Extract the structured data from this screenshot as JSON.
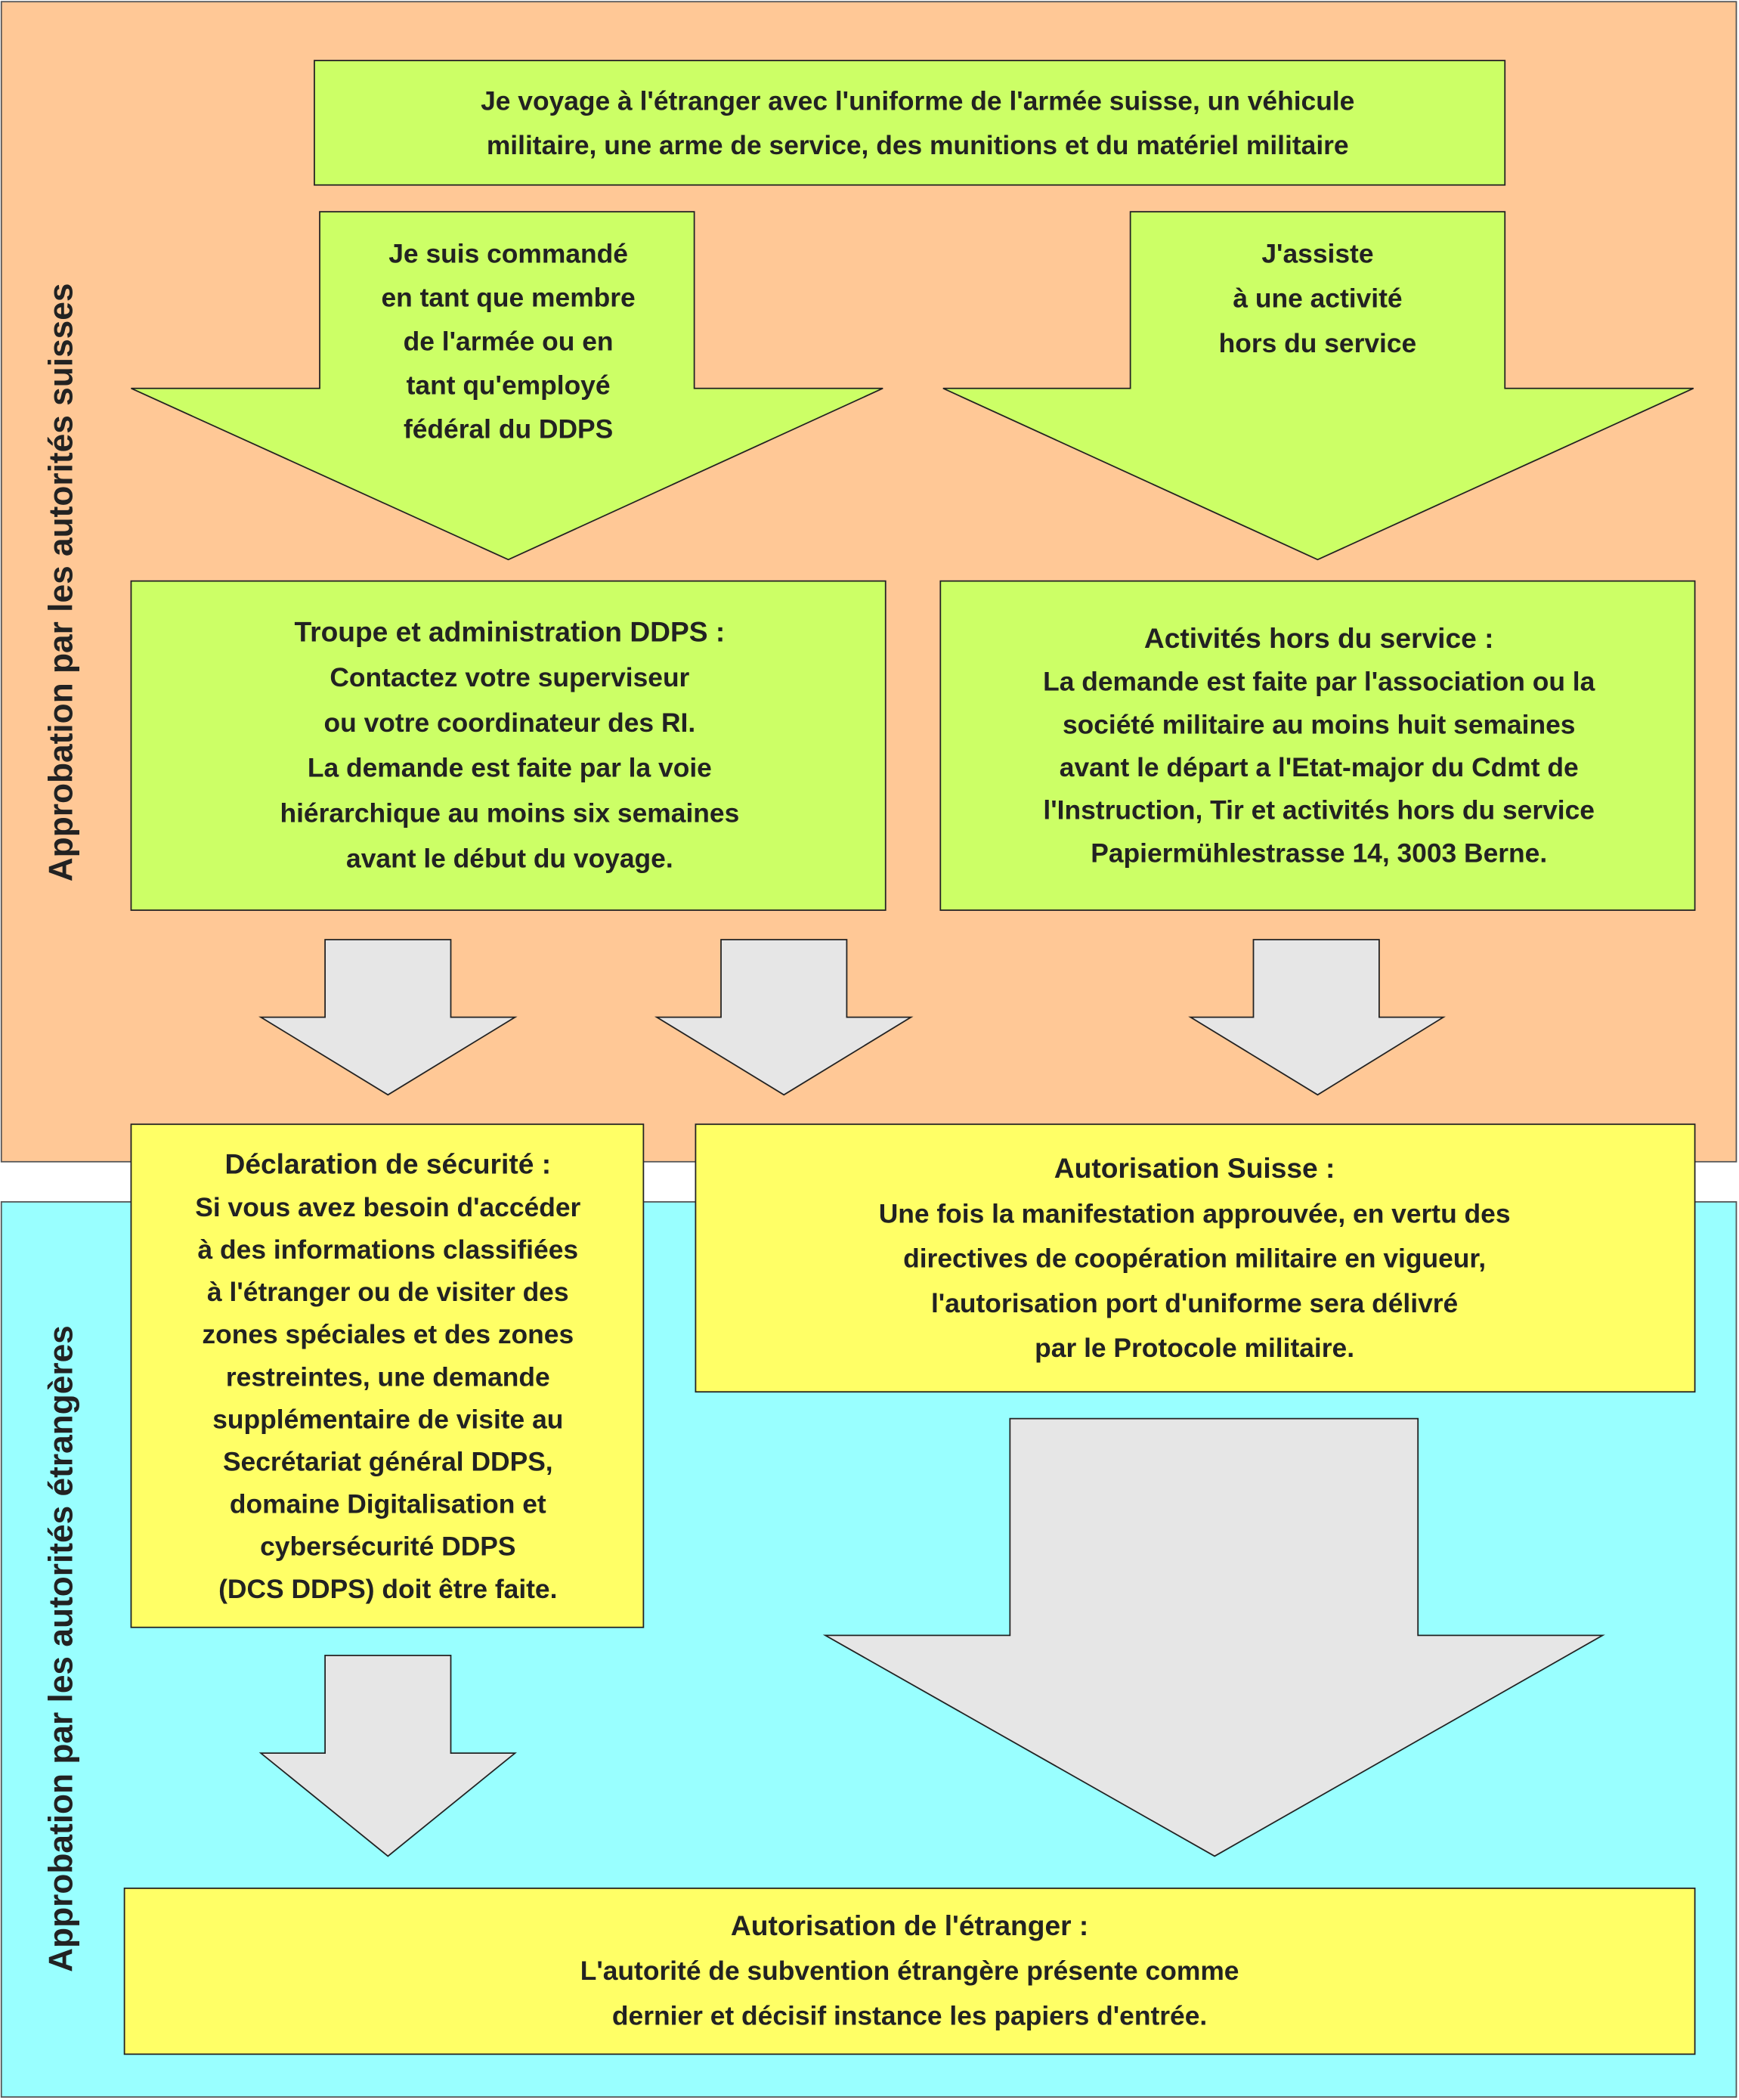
{
  "colors": {
    "swiss_panel": "#FFC896",
    "foreign_panel": "#99FFFF",
    "green_box": "#CCFF66",
    "yellow_box": "#FFFF66",
    "gray_arrow": "#E6E6E6",
    "text": "#222222"
  },
  "side_labels": {
    "swiss": "Approbation par les autorités suisses",
    "foreign": "Approbation par les autorités étrangères"
  },
  "blocks": {
    "intro": {
      "lines": [
        "Je voyage à l'étranger avec l'uniforme de l'armée suisse, un véhicule",
        "militaire, une arme de service, des munitions et du matériel militaire"
      ]
    },
    "commanded": {
      "lines": [
        "Je suis commandé",
        "en tant que membre",
        "de l'armée ou en",
        "tant qu'employé",
        "fédéral du DDPS"
      ]
    },
    "off_duty": {
      "lines": [
        "J'assiste",
        "à une activité",
        "hors du service"
      ]
    },
    "troops": {
      "title": "Troupe et administration DDPS :",
      "lines": [
        "Contactez votre superviseur",
        "ou votre coordinateur des RI.",
        "La demande est faite par la voie",
        "hiérarchique au moins six semaines",
        "avant le début du voyage."
      ]
    },
    "activities": {
      "title": "Activités hors du service :",
      "lines": [
        "La demande est faite par l'association ou la",
        "société militaire au moins huit semaines",
        "avant le départ a l'Etat-major du Cdmt de",
        "l'Instruction, Tir et activités hors du service",
        "Papiermühlestrasse 14, 3003 Berne."
      ]
    },
    "security": {
      "title": "Déclaration de sécurité :",
      "lines": [
        "Si vous avez besoin d'accéder",
        "à des informations classifiées",
        "à l'étranger ou de visiter des",
        "zones spéciales et des zones",
        "restreintes, une demande",
        "supplémentaire de visite au",
        "Secrétariat général DDPS,",
        "domaine Digitalisation et",
        "cybersécurité DDPS",
        "(DCS DDPS) doit être faite."
      ]
    },
    "swiss_auth": {
      "title": "Autorisation Suisse :",
      "lines": [
        "Une fois la manifestation approuvée, en vertu des",
        "directives de coopération militaire en vigueur,",
        "l'autorisation port d'uniforme sera délivré",
        "par le Protocole militaire."
      ]
    },
    "foreign_auth": {
      "title": "Autorisation de l'étranger :",
      "lines": [
        "L'autorité de subvention étrangère présente comme",
        "dernier et décisif instance les papiers d'entrée."
      ]
    }
  }
}
